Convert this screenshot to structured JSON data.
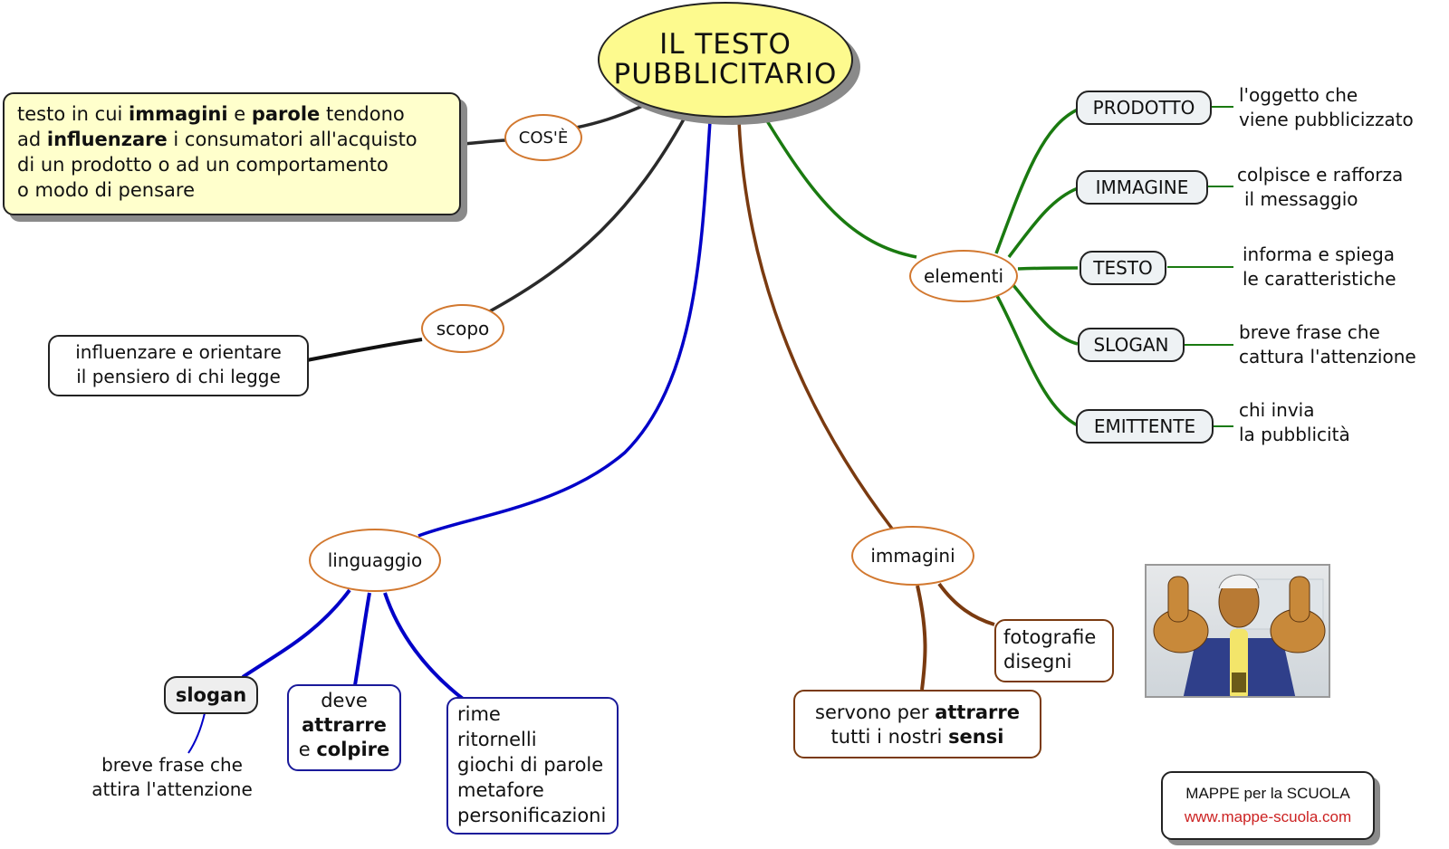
{
  "title": {
    "line1": "IL TESTO",
    "line2": "PUBBLICITARIO"
  },
  "colors": {
    "title_fill": "#fdfa8e",
    "oval_border": "#d2782f",
    "branch_black": "#2a2a2a",
    "branch_blue": "#0000c8",
    "branch_brown": "#7a3a10",
    "branch_green": "#1a7a10",
    "definition_fill": "#ffffcc",
    "footer_link": "#cc2222"
  },
  "cos_e": {
    "label": "COS'È",
    "definition": {
      "parts": [
        {
          "t": "testo in cui ",
          "b": false
        },
        {
          "t": "immagini",
          "b": true
        },
        {
          "t": " e ",
          "b": false
        },
        {
          "t": "parole",
          "b": true
        },
        {
          "t": " tendono",
          "b": false
        }
      ],
      "line2": [
        {
          "t": "ad ",
          "b": false
        },
        {
          "t": "influenzare",
          "b": true
        },
        {
          "t": " i consumatori all'acquisto",
          "b": false
        }
      ],
      "line3": "di un prodotto o ad un comportamento",
      "line4": "o modo di pensare"
    }
  },
  "scopo": {
    "label": "scopo",
    "line1": "influenzare e orientare",
    "line2": "il pensiero di chi legge"
  },
  "elementi": {
    "label": "elementi",
    "items": [
      {
        "label": "PRODOTTO",
        "desc1": "l'oggetto che",
        "desc2": "viene pubblicizzato"
      },
      {
        "label": "IMMAGINE",
        "desc1": "colpisce e rafforza",
        "desc2": "il messaggio"
      },
      {
        "label": "TESTO",
        "desc1": "informa e spiega",
        "desc2": "le caratteristiche"
      },
      {
        "label": "SLOGAN",
        "desc1": "breve frase che",
        "desc2": "cattura l'attenzione"
      },
      {
        "label": "EMITTENTE",
        "desc1": "chi invia",
        "desc2": "la pubblicità"
      }
    ]
  },
  "linguaggio": {
    "label": "linguaggio",
    "slogan": {
      "label": "slogan",
      "desc1": "breve frase che",
      "desc2": "attira l'attenzione"
    },
    "deve": {
      "line1": "deve",
      "line2": "attrarre",
      "line3_a": "e ",
      "line3_b": "colpire"
    },
    "figure": [
      "rime",
      "ritornelli",
      "giochi di parole",
      "metafore",
      "personificazioni"
    ]
  },
  "immagini": {
    "label": "immagini",
    "tipi": {
      "line1": "fotografie",
      "line2": "disegni"
    },
    "scopo": {
      "a": "servono per ",
      "b": "attrarre",
      "c": "tutti i nostri ",
      "d": "sensi"
    },
    "picture": "cartoon-advert-image"
  },
  "footer": {
    "line1": "MAPPE per la SCUOLA",
    "line2": "www.mappe-scuola.com"
  }
}
